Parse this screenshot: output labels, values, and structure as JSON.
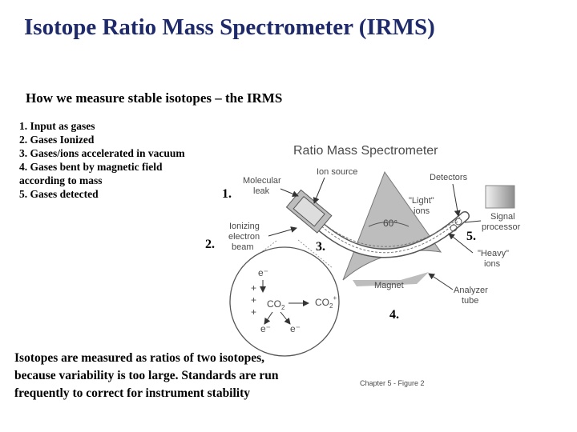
{
  "slide": {
    "title": "Isotope Ratio Mass Spectrometer (IRMS)",
    "subtitle": "How we measure stable isotopes – the IRMS",
    "steps": [
      "1. Input as gases",
      "2. Gases Ionized",
      "3. Gases/ions accelerated in vacuum",
      "4. Gases bent by magnetic field according to mass",
      "5. Gases detected"
    ],
    "note": "Isotopes are measured as ratios of two isotopes, because variability is too large. Standards are run frequently to correct for instrument stability",
    "step_markers": [
      "1.",
      "2.",
      "3.",
      "4.",
      "5."
    ]
  },
  "diagram": {
    "title": "Ratio Mass Spectrometer",
    "labels": {
      "molecular_leak": [
        "Molecular",
        "leak"
      ],
      "ion_source": "Ion source",
      "detectors": "Detectors",
      "light_ions": [
        "\"Light\"",
        "ions"
      ],
      "signal_processor": [
        "Signal",
        "processor"
      ],
      "ionizing_beam": [
        "Ionizing",
        "electron",
        "beam"
      ],
      "angle": "60°",
      "heavy_ions": [
        "\"Heavy\"",
        "ions"
      ],
      "magnet": "Magnet",
      "analyzer_tube": [
        "Analyzer",
        "tube"
      ],
      "caption": "Chapter 5 - Figure 2"
    },
    "ionization": {
      "e_top": "e⁻",
      "plus": [
        "+",
        "+",
        "+"
      ],
      "co2": "CO",
      "co2_sub": "2",
      "co2_ion": "CO",
      "co2_ion_sub": "2",
      "co2_ion_sup": "+",
      "e_bottom_left": "e⁻",
      "e_bottom_right": "e⁻"
    }
  }
}
